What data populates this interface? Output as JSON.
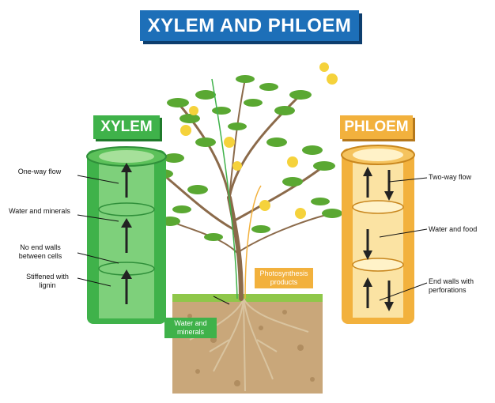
{
  "title": "XYLEM AND PHLOEM",
  "xylem": {
    "label": "XYLEM",
    "annotations": [
      "One-way flow",
      "Water and minerals",
      "No end walls between cells",
      "Stiffened with lignin"
    ]
  },
  "phloem": {
    "label": "PHLOEM",
    "annotations": [
      "Two-way flow",
      "Water and food",
      "End walls with perforations"
    ]
  },
  "plant": {
    "water_tag": "Water and minerals",
    "photo_tag": "Photosynthesis products"
  },
  "colors": {
    "title_bg": "#1d6fb8",
    "xylem": "#3fb24a",
    "phloem": "#f2b13d",
    "soil": "#c9a77a",
    "leaf": "#5aa832",
    "flower": "#f5d23b"
  }
}
